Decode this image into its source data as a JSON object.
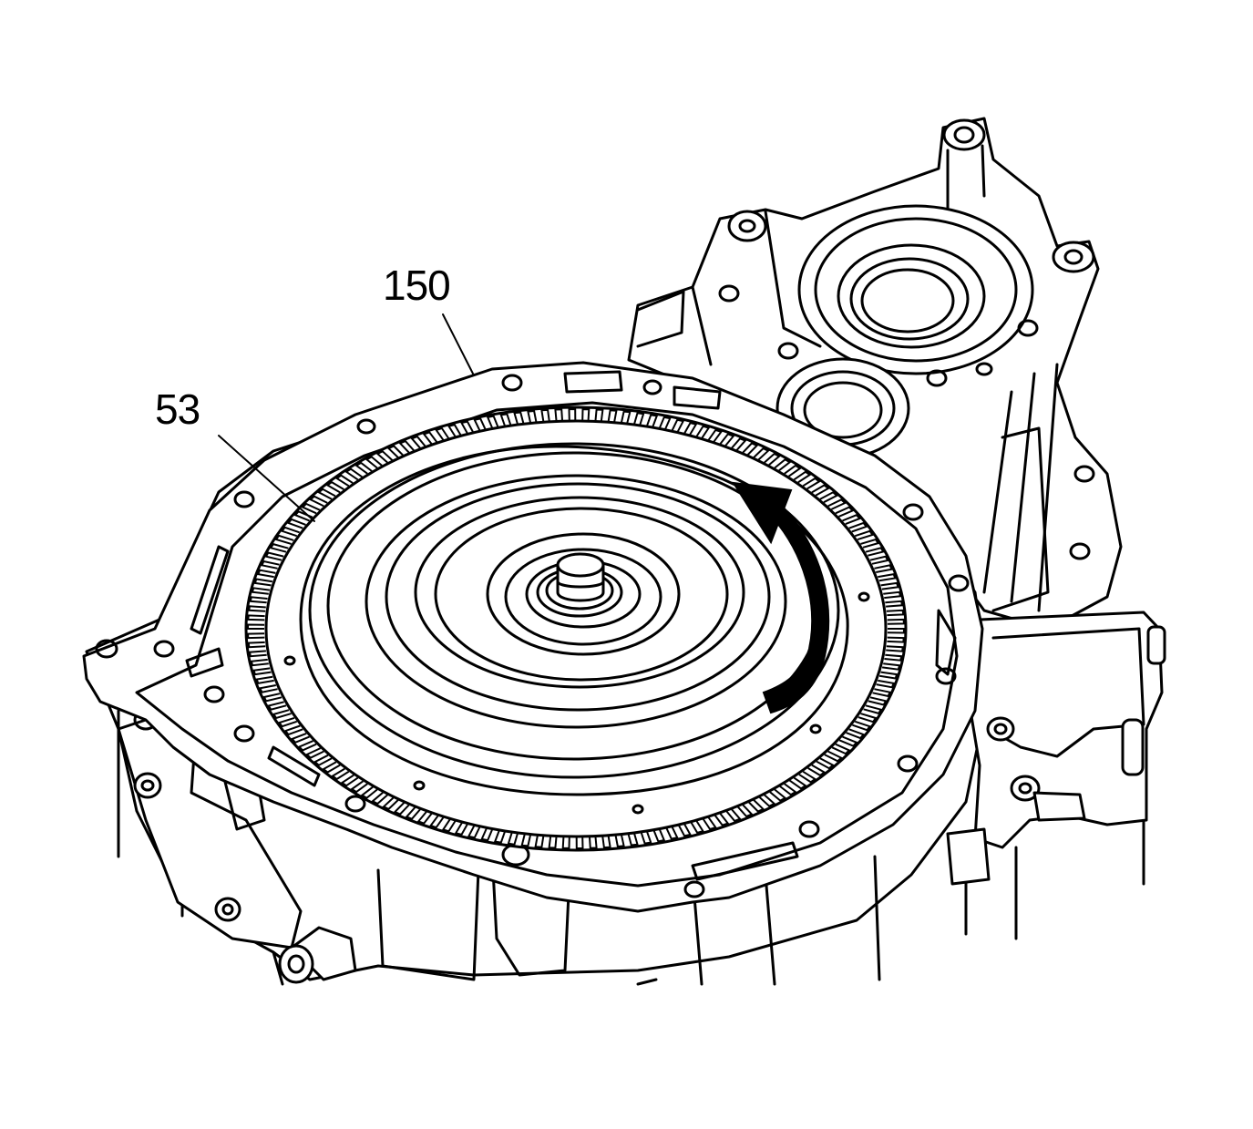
{
  "diagram": {
    "callouts": [
      {
        "id": "converter",
        "label": "53"
      },
      {
        "id": "housing",
        "label": "150"
      }
    ],
    "rotation_arrow": {
      "direction": "clockwise",
      "color": "#000000"
    },
    "ring_gear_teeth": 150,
    "line_color": "#000000",
    "background": "#ffffff"
  }
}
